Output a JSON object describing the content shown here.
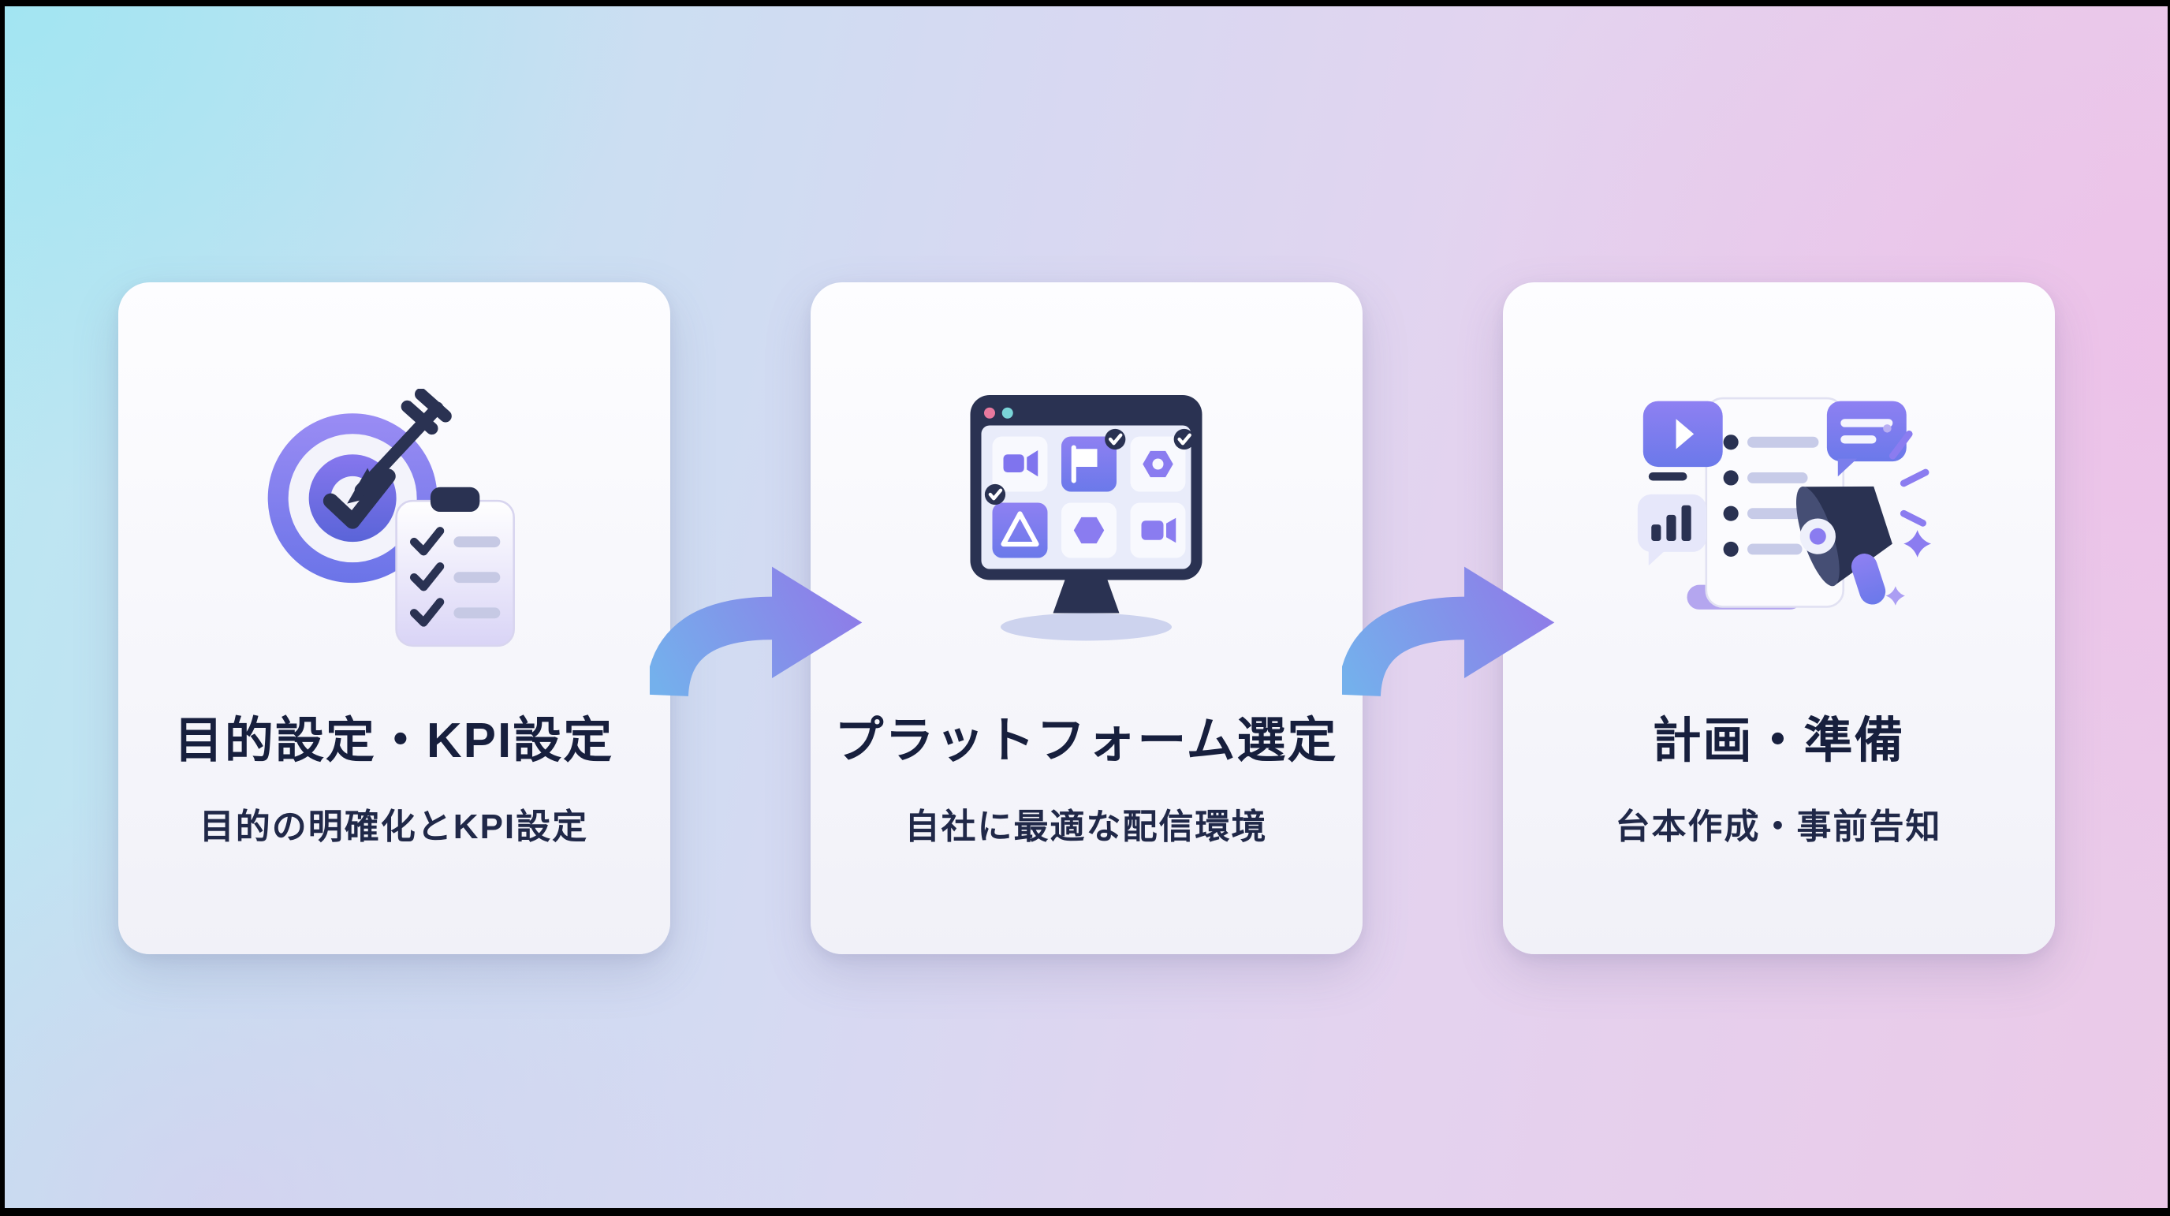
{
  "page": {
    "frame_color": "#000000",
    "background": {
      "top_left": "#b9e7f2",
      "middle": "#d6d9f2",
      "right": "#ebc9e8"
    }
  },
  "flow": {
    "steps": [
      {
        "title": "目的設定・KPI設定",
        "subtitle": "目的の明確化とKPI設定",
        "icon": "target-kpi-icon"
      },
      {
        "title": "プラットフォーム選定",
        "subtitle": "自社に最適な配信環境",
        "icon": "platform-monitor-icon"
      },
      {
        "title": "計画・準備",
        "subtitle": "台本作成・事前告知",
        "icon": "plan-megaphone-icon"
      }
    ],
    "connectors": [
      {
        "name": "arrow-right-1",
        "color_from": "#74b0ec",
        "color_to": "#9078e8"
      },
      {
        "name": "arrow-right-2",
        "color_from": "#74b0ec",
        "color_to": "#9078e8"
      }
    ],
    "palette": {
      "navy": "#2a3252",
      "purple": "#8a7cf0",
      "card_background": "#fdfdff",
      "title_color": "#171f3d"
    }
  }
}
